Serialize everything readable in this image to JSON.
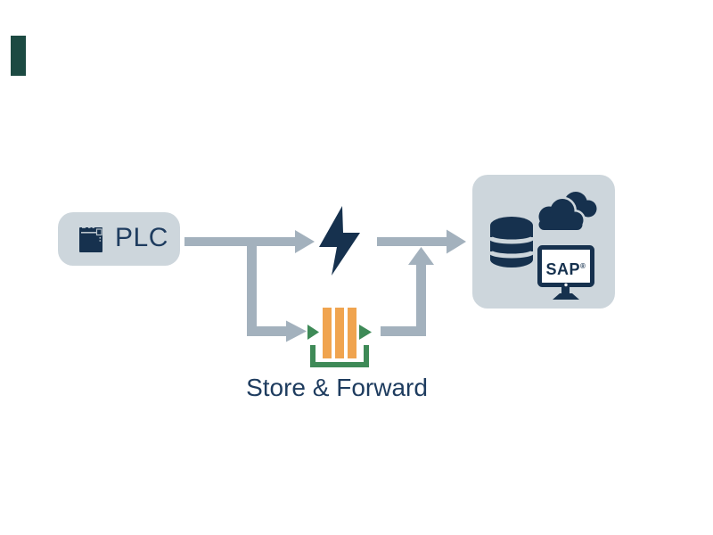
{
  "colors": {
    "arrow": "#a3b1bd",
    "navy": "#16314e",
    "boxbg": "#cdd6dc",
    "orange": "#f0a44f",
    "green": "#3e8a57",
    "text": "#1e3c5f",
    "tab": "#1c4a42",
    "screen": "#ffffff"
  },
  "diagram": {
    "source": {
      "label": "PLC",
      "icon": "plc-device"
    },
    "realtime_path": {
      "icon": "lightning-bolt"
    },
    "buffer_path": {
      "label": "Store & Forward",
      "icons": [
        "buffer-bars",
        "buffer-tray",
        "in-triangle",
        "out-triangle"
      ]
    },
    "destination": {
      "icons": [
        "database",
        "cloud",
        "sap-monitor"
      ],
      "sap_label": "SAP",
      "sap_registered_mark": "®"
    }
  }
}
